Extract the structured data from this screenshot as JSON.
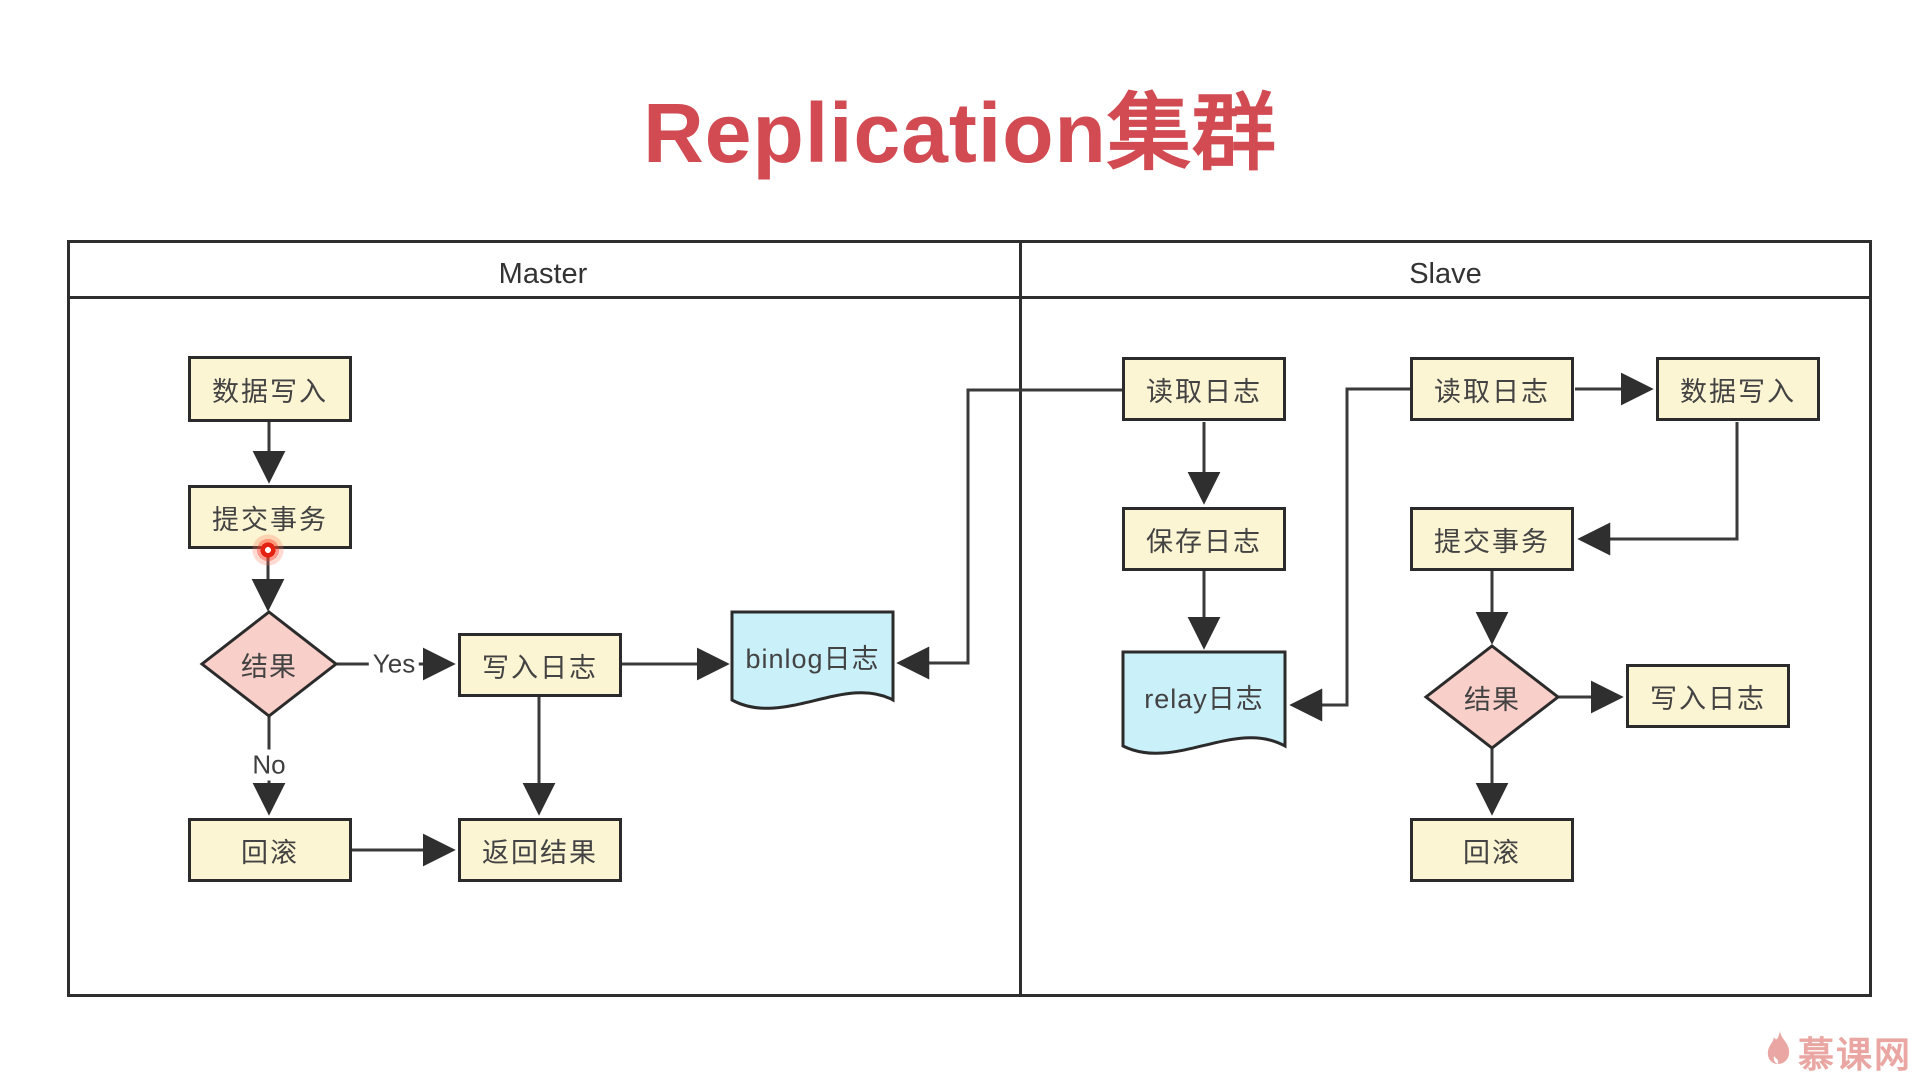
{
  "title": "Replication集群",
  "lanes": {
    "master": "Master",
    "slave": "Slave"
  },
  "edge_labels": {
    "yes": "Yes",
    "no": "No"
  },
  "nodes": {
    "m_data_write": "数据写入",
    "m_commit": "提交事务",
    "m_result": "结果",
    "m_write_log": "写入日志",
    "m_binlog": "binlog日志",
    "m_rollback": "回滚",
    "m_return_result": "返回结果",
    "s_read_log_1": "读取日志",
    "s_save_log": "保存日志",
    "s_relay_log": "relay日志",
    "s_read_log_2": "读取日志",
    "s_data_write": "数据写入",
    "s_commit": "提交事务",
    "s_result": "结果",
    "s_write_log": "写入日志",
    "s_rollback": "回滚"
  },
  "watermark": {
    "brand": "慕课网"
  },
  "colors": {
    "title_red": "#d24b53",
    "process_fill": "#fcf5d3",
    "decision_fill": "#f9cfc9",
    "document_fill": "#caf0fa",
    "border": "#2b2b2b",
    "connector": "#3a3a3a",
    "watermark_pink": "#e9a6a2"
  }
}
